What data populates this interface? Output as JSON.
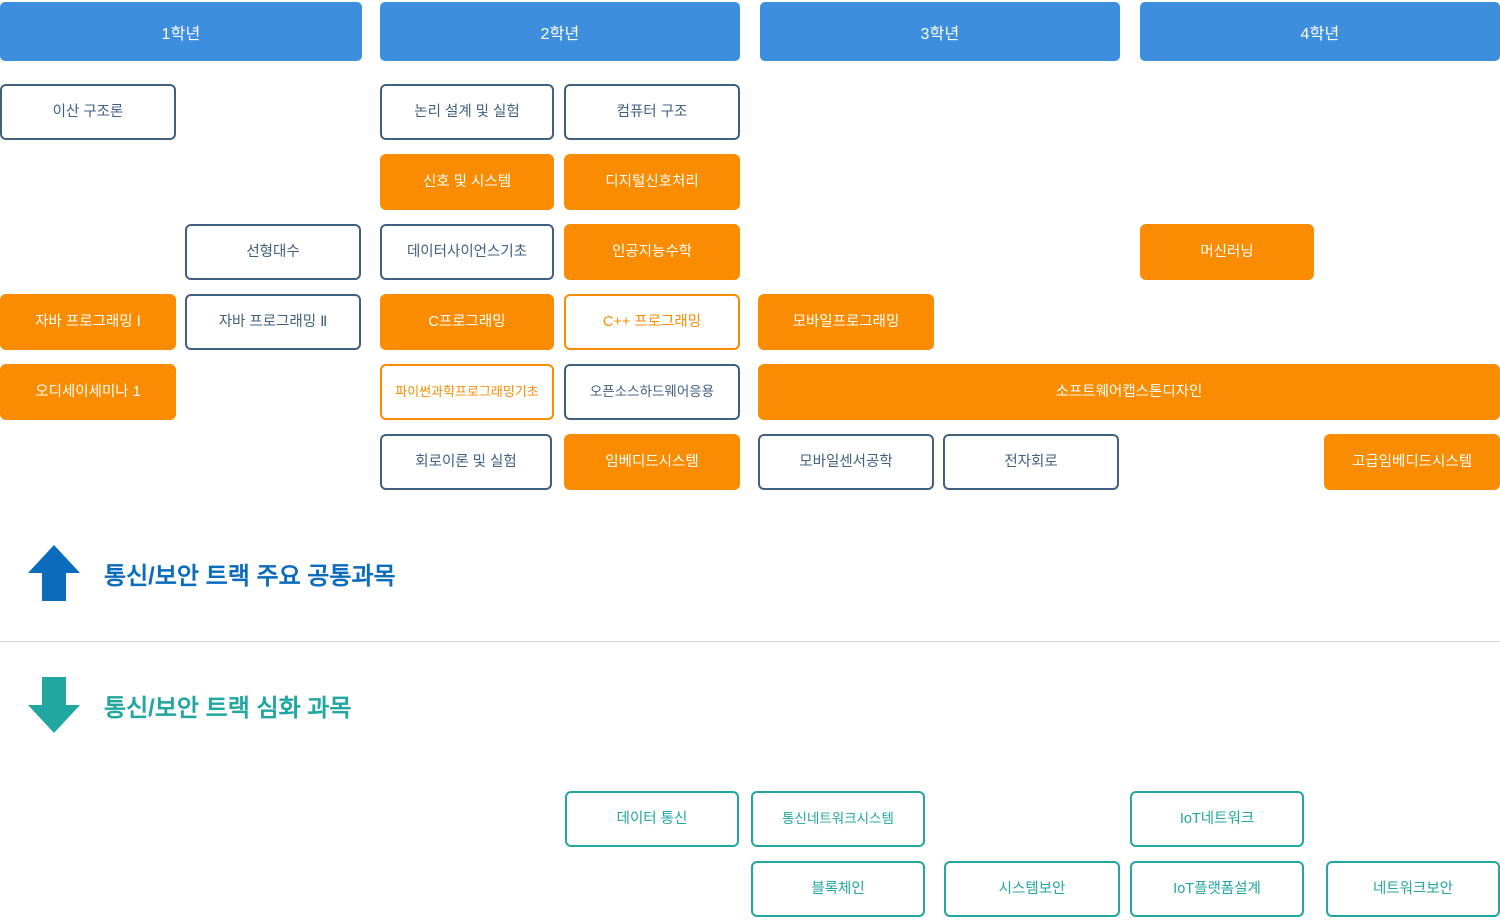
{
  "colors": {
    "year_tab_blue": "#3e8ede",
    "accent_orange": "#f98c00",
    "outline_blue": "#41607f",
    "teal": "#21a6a0",
    "legend_common_blue": "#0b6bbd",
    "divider_gray": "#d8d8d8",
    "background": "#ffffff"
  },
  "years": [
    {
      "label": "1학년"
    },
    {
      "label": "2학년"
    },
    {
      "label": "3학년"
    },
    {
      "label": "4학년"
    }
  ],
  "common_track": {
    "courses": [
      {
        "label": "이산 구조론",
        "style": "outline-blue",
        "year": 1
      },
      {
        "label": "논리 설계 및 실험",
        "style": "outline-blue",
        "year": 2
      },
      {
        "label": "컴퓨터 구조",
        "style": "outline-blue",
        "year": 2
      },
      {
        "label": "신호 및 시스템",
        "style": "solid-orange",
        "year": 2
      },
      {
        "label": "디지털신호처리",
        "style": "solid-orange",
        "year": 2
      },
      {
        "label": "선형대수",
        "style": "outline-blue",
        "year": 1
      },
      {
        "label": "데이터사이언스기초",
        "style": "outline-blue",
        "year": 2
      },
      {
        "label": "인공지능수학",
        "style": "solid-orange",
        "year": 2
      },
      {
        "label": "머신러닝",
        "style": "solid-orange",
        "year": 4
      },
      {
        "label": "자바 프로그래밍 Ⅰ",
        "style": "solid-orange",
        "year": 1
      },
      {
        "label": "자바 프로그래밍 Ⅱ",
        "style": "outline-blue",
        "year": 1
      },
      {
        "label": "C프로그래밍",
        "style": "solid-orange",
        "year": 2
      },
      {
        "label": "C++ 프로그래밍",
        "style": "outline-orange",
        "year": 2
      },
      {
        "label": "모바일프로그래밍",
        "style": "solid-orange",
        "year": 3
      },
      {
        "label": "오디세이세미나 1",
        "style": "solid-orange",
        "year": 1
      },
      {
        "label": "파이썬과학프로그래밍기초",
        "style": "outline-orange",
        "year": 2
      },
      {
        "label": "오픈소스하드웨어응용",
        "style": "outline-blue",
        "year": 2
      },
      {
        "label": "소프트웨어캡스톤디자인",
        "style": "solid-orange",
        "year": 3
      },
      {
        "label": "회로이론 및 실험",
        "style": "outline-blue",
        "year": 2
      },
      {
        "label": "임베디드시스템",
        "style": "solid-orange",
        "year": 2
      },
      {
        "label": "모바일센서공학",
        "style": "outline-blue",
        "year": 3
      },
      {
        "label": "전자회로",
        "style": "outline-blue",
        "year": 3
      },
      {
        "label": "고급임베디드시스템",
        "style": "solid-orange",
        "year": 4
      }
    ]
  },
  "legends": {
    "common": {
      "label": "통신/보안 트랙 주요 공통과목",
      "arrow": "arrow-up-icon",
      "color": "#0b6bbd"
    },
    "deep": {
      "label": "통신/보안 트랙 심화 과목",
      "arrow": "arrow-down-icon",
      "color": "#21a6a0"
    }
  },
  "deep_track": {
    "courses": [
      {
        "label": "데이터 통신",
        "style": "outline-teal",
        "year": 2
      },
      {
        "label": "통신네트워크시스템",
        "style": "outline-teal",
        "year": 3
      },
      {
        "label": "IoT네트워크",
        "style": "outline-teal",
        "year": 4
      },
      {
        "label": "블록체인",
        "style": "outline-teal",
        "year": 3
      },
      {
        "label": "시스템보안",
        "style": "outline-teal",
        "year": 3
      },
      {
        "label": "IoT플랫폼설계",
        "style": "outline-teal",
        "year": 4
      },
      {
        "label": "네트워크보안",
        "style": "outline-teal",
        "year": 4
      }
    ]
  }
}
